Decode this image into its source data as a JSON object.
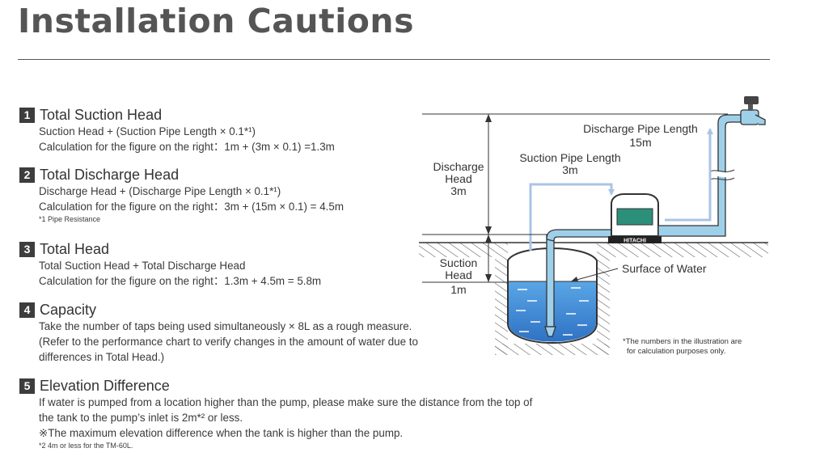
{
  "title": "Installation Cautions",
  "sections": [
    {
      "number": "1",
      "title": "Total Suction Head",
      "lines": [
        "Suction Head + (Suction Pipe Length × 0.1*¹)",
        "Calculation for the figure on the right：1m + (3m × 0.1) =1.3m"
      ],
      "note": ""
    },
    {
      "number": "2",
      "title": "Total Discharge Head",
      "lines": [
        "Discharge Head + (Discharge Pipe Length × 0.1*¹)",
        "Calculation for the figure on the right：3m + (15m × 0.1) = 4.5m"
      ],
      "note": "*1 Pipe Resistance"
    },
    {
      "number": "3",
      "title": "Total Head",
      "lines": [
        "Total Suction Head + Total Discharge Head",
        "Calculation for the figure on the right：1.3m + 4.5m = 5.8m"
      ],
      "note": ""
    },
    {
      "number": "4",
      "title": "Capacity",
      "lines": [
        "Take the number of taps being used simultaneously × 8L as a rough measure.",
        "(Refer to the performance chart to verify changes in the amount of water due to",
        "differences in Total Head.)"
      ],
      "note": ""
    },
    {
      "number": "5",
      "title": "Elevation Difference",
      "lines": [
        "If water is pumped from a location higher than the pump, please make sure the distance from the top of",
        "the tank to the pump’s inlet is 2m*² or less.",
        "※The maximum elevation difference when the tank is higher than the pump."
      ],
      "note": "*2 4m or less for the TM-60L."
    }
  ],
  "diagram": {
    "discharge_head_label": [
      "Discharge",
      "Head",
      "3m"
    ],
    "suction_head_label": [
      "Suction",
      "Head",
      "1m"
    ],
    "suction_pipe_label": [
      "Suction Pipe Length",
      "3m"
    ],
    "discharge_pipe_label": [
      "Discharge Pipe Length",
      "15m"
    ],
    "surface_label": "Surface of Water",
    "pump_brand": "HITACHI",
    "footnote": [
      "*The numbers in the illustration are",
      "for calculation purposes only."
    ]
  },
  "colors": {
    "title": "#555555",
    "badge": "#3d3d3d",
    "pipe_fill": "#9fd0ea",
    "water": "#3f8ed8",
    "flow_arrow": "#a9c4e6"
  }
}
